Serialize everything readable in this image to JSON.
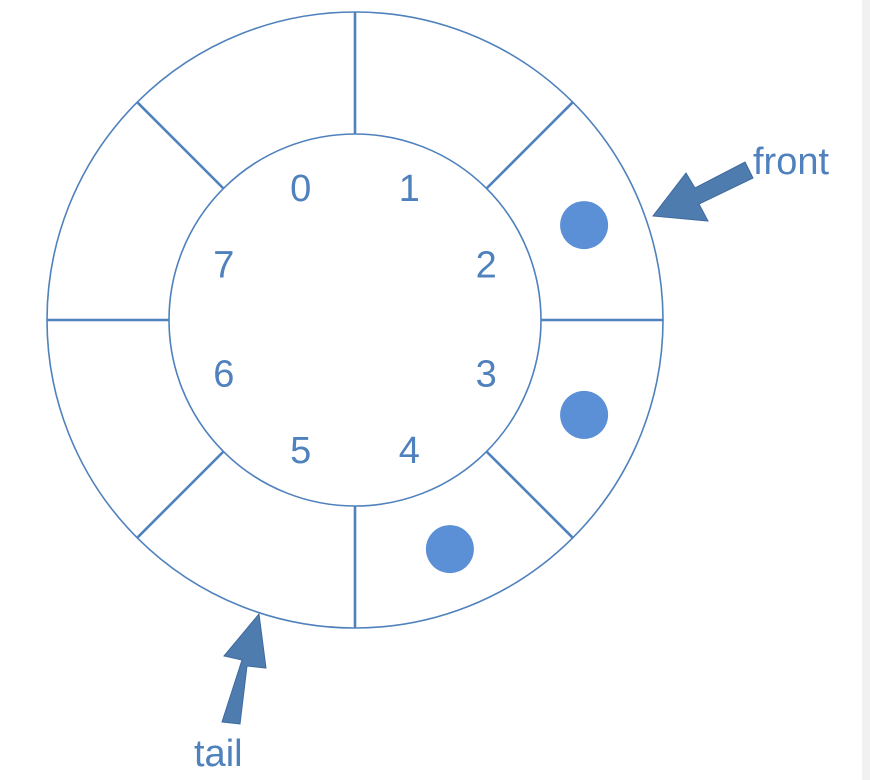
{
  "colors": {
    "ring": "#4f81bd",
    "label": "#4f81bd",
    "element": "#5b8fd6",
    "arrow": "#4f7cae"
  },
  "queue": {
    "capacity": 8,
    "slot_labels": [
      "0",
      "1",
      "2",
      "3",
      "4",
      "5",
      "6",
      "7"
    ],
    "occupied_slots": [
      2,
      3,
      4
    ]
  },
  "pointers": {
    "front": {
      "label": "front",
      "slot": 2
    },
    "tail": {
      "label": "tail",
      "slot": 5
    }
  }
}
